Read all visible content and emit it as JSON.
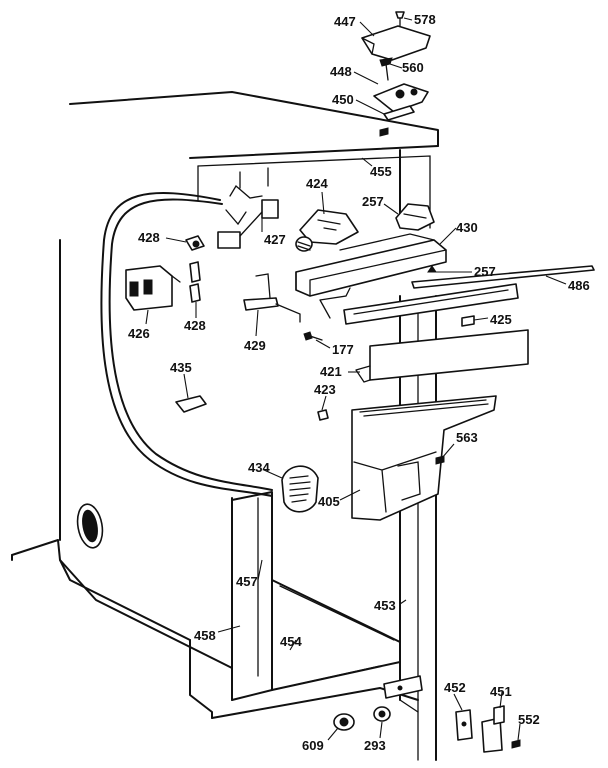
{
  "parts": [
    {
      "id": "p578",
      "label": "578"
    },
    {
      "id": "p447",
      "label": "447"
    },
    {
      "id": "p560",
      "label": "560"
    },
    {
      "id": "p448",
      "label": "448"
    },
    {
      "id": "p450",
      "label": "450"
    },
    {
      "id": "p455",
      "label": "455"
    },
    {
      "id": "p424",
      "label": "424"
    },
    {
      "id": "p257a",
      "label": "257"
    },
    {
      "id": "p430",
      "label": "430"
    },
    {
      "id": "p428a",
      "label": "428"
    },
    {
      "id": "p427",
      "label": "427"
    },
    {
      "id": "p257b",
      "label": "257"
    },
    {
      "id": "p486",
      "label": "486"
    },
    {
      "id": "p426",
      "label": "426"
    },
    {
      "id": "p428b",
      "label": "428"
    },
    {
      "id": "p425",
      "label": "425"
    },
    {
      "id": "p429",
      "label": "429"
    },
    {
      "id": "p177",
      "label": "177"
    },
    {
      "id": "p421",
      "label": "421"
    },
    {
      "id": "p435",
      "label": "435"
    },
    {
      "id": "p423",
      "label": "423"
    },
    {
      "id": "p563",
      "label": "563"
    },
    {
      "id": "p434",
      "label": "434"
    },
    {
      "id": "p405",
      "label": "405"
    },
    {
      "id": "p457",
      "label": "457"
    },
    {
      "id": "p453",
      "label": "453"
    },
    {
      "id": "p458",
      "label": "458"
    },
    {
      "id": "p454",
      "label": "454"
    },
    {
      "id": "p452",
      "label": "452"
    },
    {
      "id": "p451",
      "label": "451"
    },
    {
      "id": "p552",
      "label": "552"
    },
    {
      "id": "p609",
      "label": "609"
    },
    {
      "id": "p293",
      "label": "293"
    }
  ]
}
